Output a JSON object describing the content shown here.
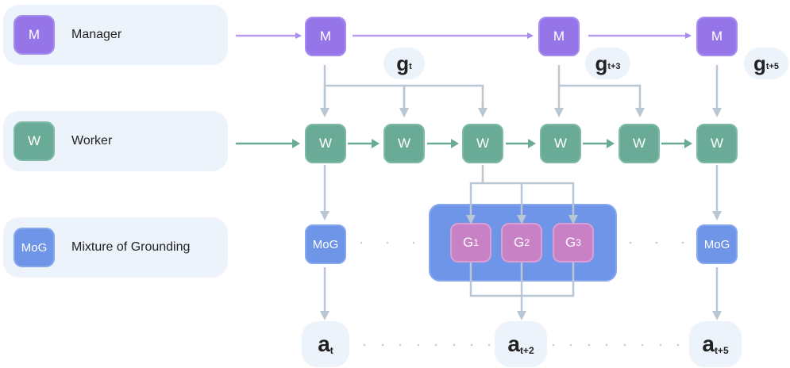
{
  "legend": [
    {
      "chip": "M",
      "label": "Manager",
      "icon": "manager-node",
      "color": "#9575e8"
    },
    {
      "chip": "W",
      "label": "Worker",
      "icon": "worker-node",
      "color": "#6aab97"
    },
    {
      "chip": "MoG",
      "label": "Mixture of Grounding",
      "icon": "mog-node",
      "color": "#6f95e8"
    }
  ],
  "managers": [
    {
      "label": "M"
    },
    {
      "label": "M"
    },
    {
      "label": "M"
    }
  ],
  "goals": [
    {
      "base": "g",
      "sub": "t"
    },
    {
      "base": "g",
      "sub": "t+3"
    },
    {
      "base": "g",
      "sub": "t+5"
    }
  ],
  "workers": [
    {
      "label": "W"
    },
    {
      "label": "W"
    },
    {
      "label": "W"
    },
    {
      "label": "W"
    },
    {
      "label": "W"
    },
    {
      "label": "W"
    }
  ],
  "mog_nodes": [
    {
      "label": "MoG"
    },
    {
      "label": "MoG"
    }
  ],
  "grounding": [
    {
      "base": "G",
      "sub": "1"
    },
    {
      "base": "G",
      "sub": "2"
    },
    {
      "base": "G",
      "sub": "3"
    }
  ],
  "actions": [
    {
      "base": "a",
      "sub": "t"
    },
    {
      "base": "a",
      "sub": "t+2"
    },
    {
      "base": "a",
      "sub": "t+5"
    }
  ],
  "colors": {
    "manager": "#9575e8",
    "worker": "#6aab97",
    "mog": "#6f95e8",
    "grounding": "#c981c6",
    "connector": "#b9c6d3",
    "pill_bg": "#edf3fb"
  }
}
